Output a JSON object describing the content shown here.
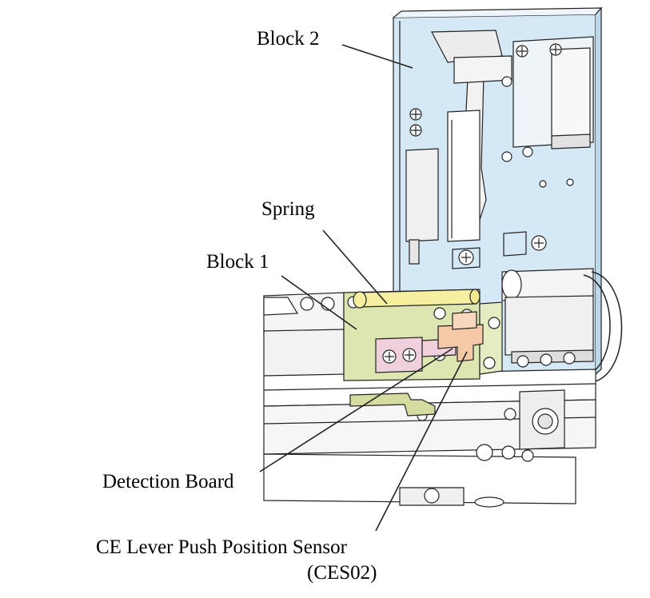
{
  "labels": {
    "block2": "Block 2",
    "spring": "Spring",
    "block1": "Block 1",
    "detection_board": "Detection Board",
    "ce_sensor_line1": "CE Lever Push Position Sensor",
    "ce_sensor_line2": "(CES02)"
  },
  "colors": {
    "block2": "#d4e8f5",
    "spring": "#f6efa0",
    "block1": "#dde6b0",
    "detection_board": "#f0d0dc",
    "sensor": "#f5c9a8",
    "detection_board_cable": "#d6dca0",
    "line": "#222222"
  }
}
